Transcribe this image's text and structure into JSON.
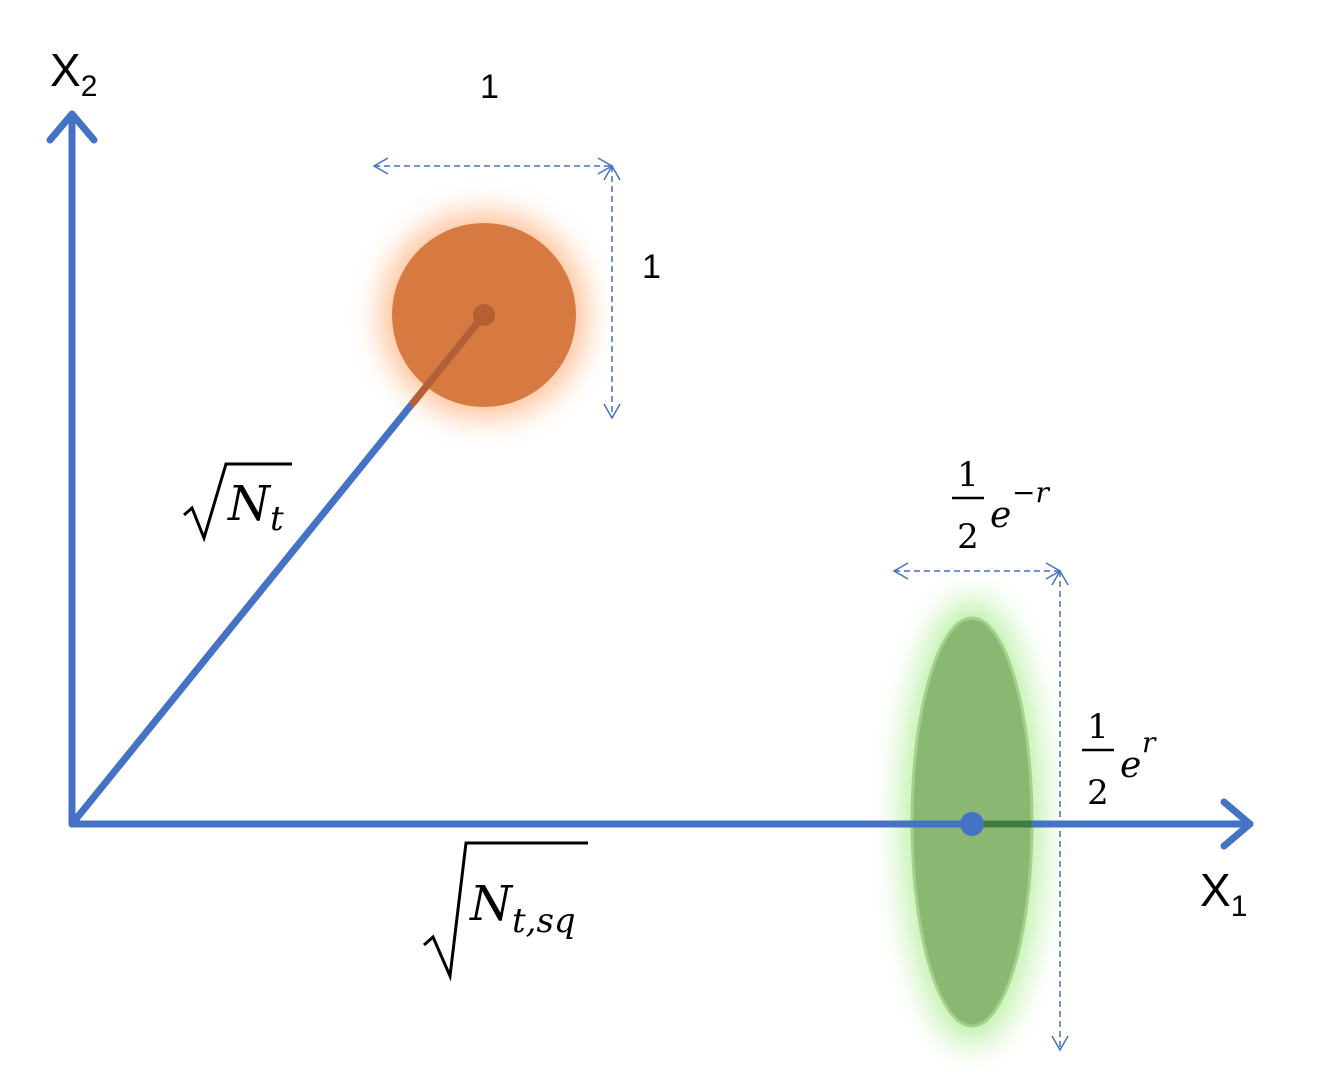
{
  "axes": {
    "x_label": "X",
    "x_sub": "1",
    "y_label": "X",
    "y_sub": "2"
  },
  "coherent_state": {
    "width_label": "1",
    "height_label": "1",
    "radius_root_symbol": "N",
    "radius_root_subscript": "t"
  },
  "squeezed_state": {
    "width_frac_num": "1",
    "width_frac_den": "2",
    "width_exp_base": "e",
    "width_exp_power": "−r",
    "height_frac_num": "1",
    "height_frac_den": "2",
    "height_exp_base": "e",
    "height_exp_power": "r",
    "distance_root_symbol": "N",
    "distance_root_subscript": "t,sq"
  },
  "colors": {
    "axis": "#4472c4",
    "coherent_fill": "#d67a42",
    "coherent_glow": "#ffb07a",
    "squeezed_fill": "#8ab873",
    "squeezed_glow": "#a8ec8c",
    "dimension_line": "#4472c4"
  }
}
